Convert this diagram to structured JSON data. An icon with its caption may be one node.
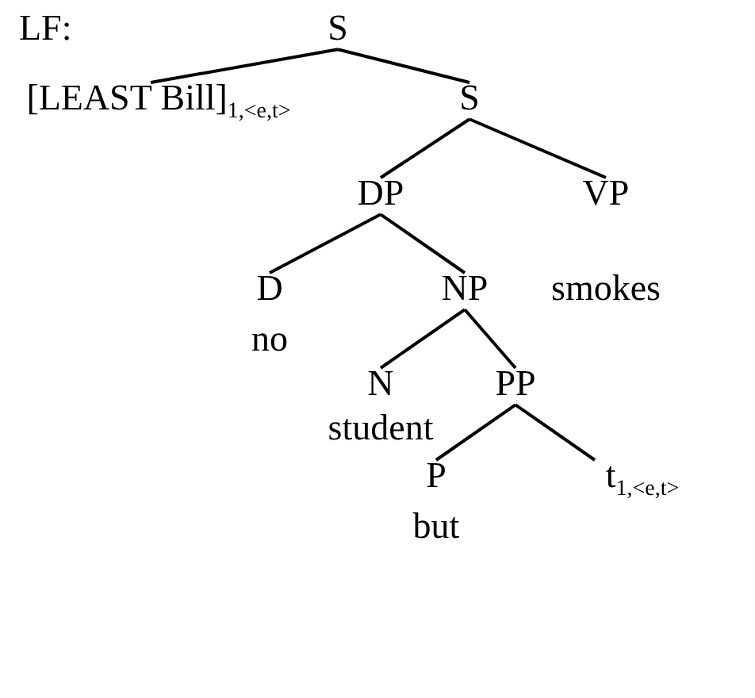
{
  "diagram": {
    "nodes": [
      {
        "text": [
          "S"
        ]
      },
      {
        "text": [
          "[LEAST Bill]$_{1,<e,t>}$"
        ]
      },
      {
        "text": [
          "S"
        ]
      },
      {
        "text": [
          "DP"
        ]
      },
      {
        "text": [
          "VP",
          "smokes"
        ]
      },
      {
        "text": [
          "D",
          "no"
        ]
      },
      {
        "text": [
          "NP"
        ]
      },
      {
        "text": [
          "N",
          "student"
        ]
      },
      {
        "text": [
          "PP"
        ]
      },
      {
        "text": [
          "P",
          "but"
        ]
      },
      {
        "text": [
          "t$_{1,<e,t>}$"
        ]
      }
    ],
    "edges": [
      {
        "from": 0,
        "to": 1,
        "arrow": "none"
      },
      {
        "from": 0,
        "to": 2,
        "arrow": "none"
      },
      {
        "from": 2,
        "to": 3,
        "arrow": "none"
      },
      {
        "from": 2,
        "to": 4,
        "arrow": "none"
      },
      {
        "from": 3,
        "to": 5,
        "arrow": "none"
      },
      {
        "from": 3,
        "to": 6,
        "arrow": "none"
      },
      {
        "from": 6,
        "to": 7,
        "arrow": "none"
      },
      {
        "from": 6,
        "to": 8,
        "arrow": "none"
      },
      {
        "from": 8,
        "to": 9,
        "arrow": "none"
      },
      {
        "from": 8,
        "to": 10,
        "arrow": "none"
      }
    ],
    "labels": [
      "LF:"
    ]
  }
}
